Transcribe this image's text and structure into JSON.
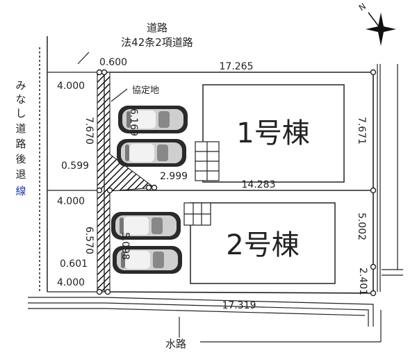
{
  "road": {
    "name": "道路",
    "law": "法42条2項道路",
    "setback_label": [
      "み",
      "な",
      "し",
      "道",
      "路",
      "後",
      "退",
      "線"
    ]
  },
  "agreement_land": "協定地",
  "buildings": [
    {
      "label": "1号棟"
    },
    {
      "label": "2号棟"
    }
  ],
  "waterway": "水路",
  "dimensions": {
    "top_width": "17.265",
    "bottom_width": "17.319",
    "middle_width": "14.283",
    "right_top": "7.671",
    "right_mid": "5.002",
    "right_bottom": "2.401",
    "left_top": "7.670",
    "left_bottom": "6.570",
    "road_width_top": "4.000",
    "road_width_mid": "4.000",
    "road_width_bottom": "4.000",
    "offset_top": "0.600",
    "offset_mid": "0.599",
    "offset_bottom": "0.601",
    "driveway_top": "6.169",
    "driveway_bottom": "5.098",
    "chamfer": "2.999"
  },
  "compass": "N"
}
